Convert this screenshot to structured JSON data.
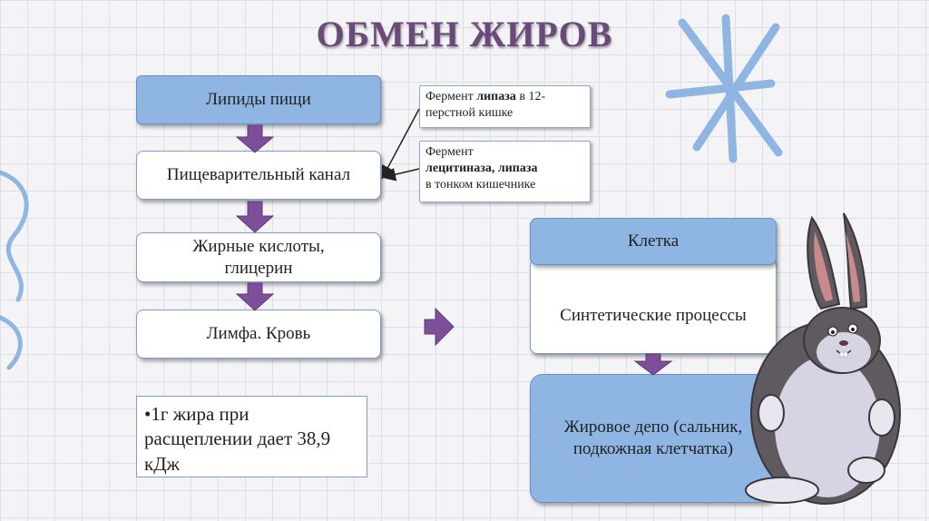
{
  "slide": {
    "title": "ОБМЕН ЖИРОВ"
  },
  "flow": {
    "lipids": "Липиды пищи",
    "canal": "Пищеварительный канал",
    "acids_line1": "Жирные кислоты,",
    "acids_line2": "глицерин",
    "lymph": "Лимфа. Кровь"
  },
  "notes": {
    "lipase_prefix": "Фермент ",
    "lipase_bold": "липаза",
    "lipase_suffix": " в 12-перстной кишке",
    "lecithinase_prefix": "Фермент ",
    "lecithinase_bold": "лецитиназа, липаза",
    "lecithinase_suffix": " в тонком кишечнике"
  },
  "cell": {
    "header": "Клетка",
    "synthesis": "Синтетические процессы",
    "depot_line1": "Жировое депо (сальник,",
    "depot_line2": "подкожная клетчатка)"
  },
  "fact": {
    "text": "•1г жира при расщеплении дает 38,9 кДж"
  },
  "colors": {
    "title": "#6a4a7a",
    "arrow": "#7d4f99",
    "box_header": "#8fb5e3",
    "box_depot": "#8fb5e3",
    "snowflake": "#8fb5e3",
    "bunny_body": "#5f5a60",
    "bunny_belly": "#d6d4e2"
  }
}
